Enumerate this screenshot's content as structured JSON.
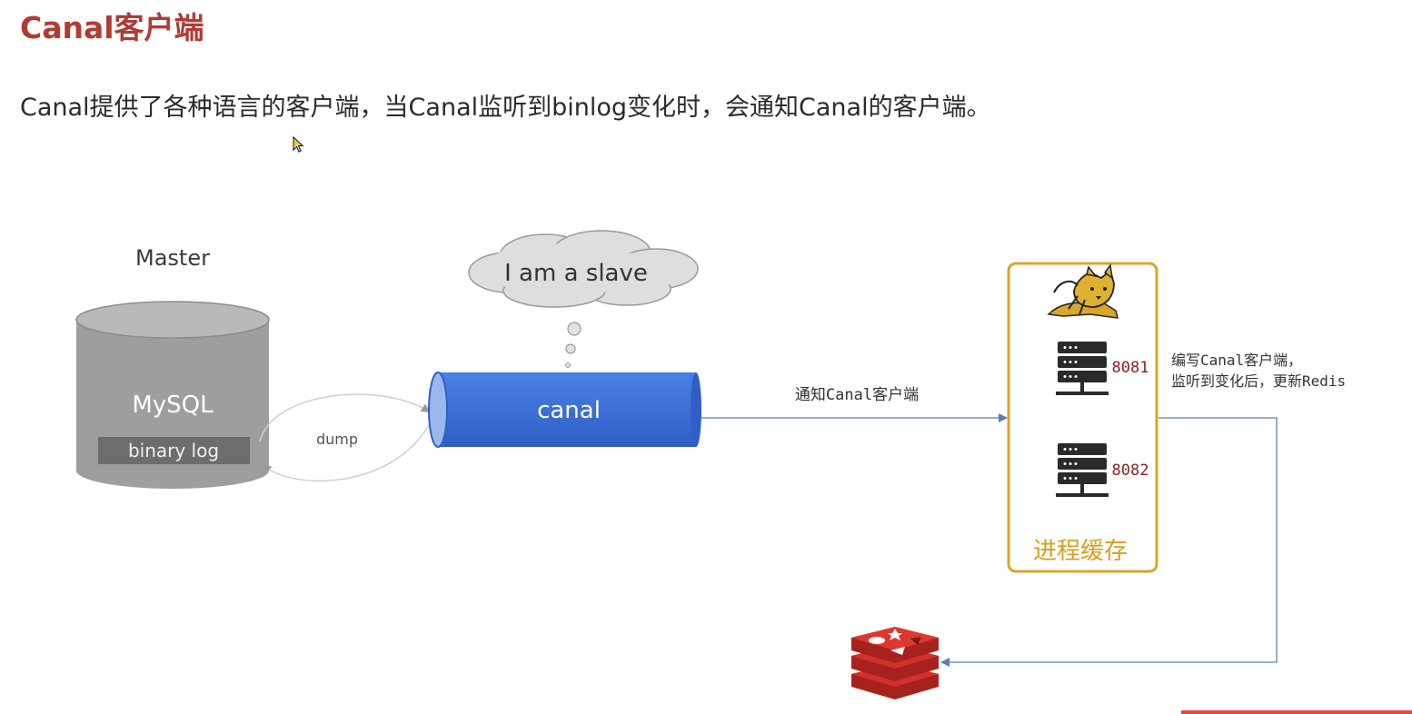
{
  "page": {
    "title": "Canal客户端",
    "intro": "Canal提供了各种语言的客户端，当Canal监听到binlog变化时，会通知Canal的客户端。"
  },
  "diagram": {
    "master": {
      "label": "Master",
      "db_label": "MySQL",
      "log_label": "binary log"
    },
    "dump_label": "dump",
    "canal": {
      "label": "canal",
      "thought": "I am a slave"
    },
    "notify_label": "通知Canal客户端",
    "process_cache": {
      "label": "进程缓存",
      "servers": [
        {
          "port": "8081"
        },
        {
          "port": "8082"
        }
      ],
      "note_line1": "编写Canal客户端，",
      "note_line2": "监听到变化后，更新Redis"
    },
    "icons": {
      "tomcat": "tomcat-cat-icon",
      "server": "server-rack-icon",
      "redis": "redis-logo-icon"
    },
    "colors": {
      "title": "#b23a32",
      "canal_fill": "#3a6fd8",
      "cache_border": "#d9a628",
      "cache_label": "#d4a020",
      "port_text": "#8b2323",
      "arrow": "#5b7fb0",
      "redis": "#d3302a"
    }
  }
}
